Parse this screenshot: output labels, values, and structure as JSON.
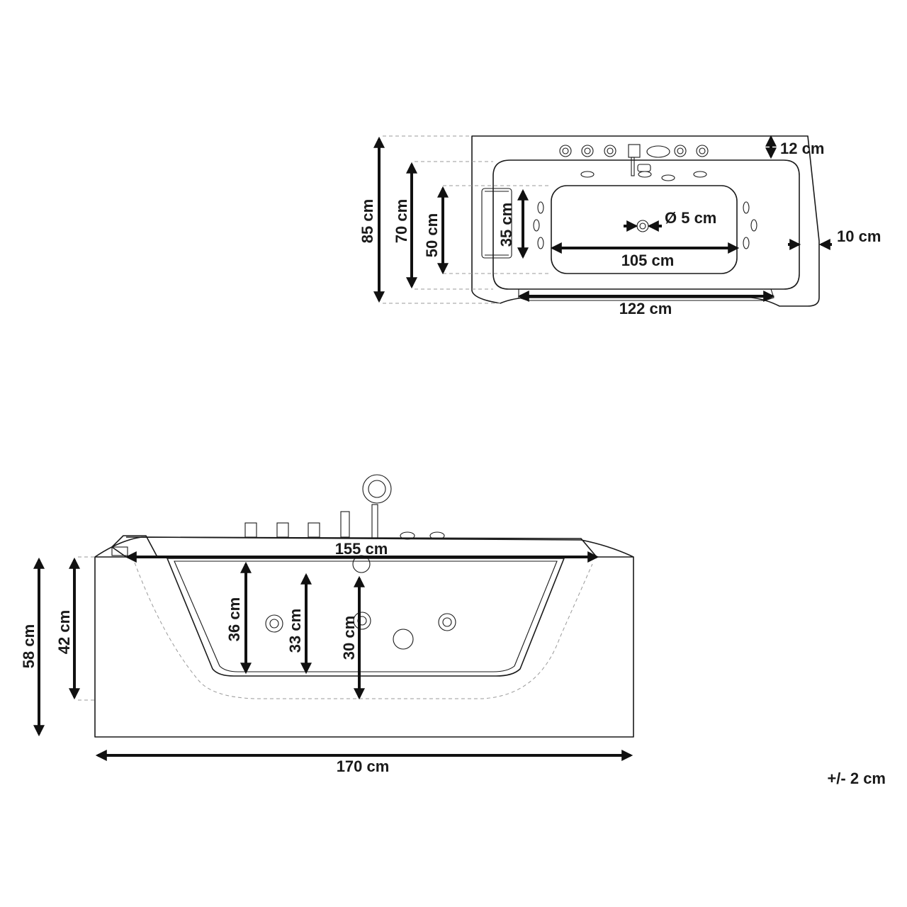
{
  "top_view": {
    "labels": {
      "frame_depth": "12 cm",
      "total_width": "85 cm",
      "inner_width": "70 cm",
      "bottom_width": "50 cm",
      "headrest": "35 cm",
      "drain": "Ø 5 cm",
      "bottom_length": "105 cm",
      "side_rim": "10 cm",
      "inner_length": "122 cm"
    }
  },
  "side_view": {
    "labels": {
      "rim_length": "155 cm",
      "total_height": "58 cm",
      "inner_height": "42 cm",
      "depth_36": "36 cm",
      "depth_33": "33 cm",
      "depth_30": "30 cm",
      "total_length": "170 cm"
    }
  },
  "tolerance": "+/- 2 cm"
}
